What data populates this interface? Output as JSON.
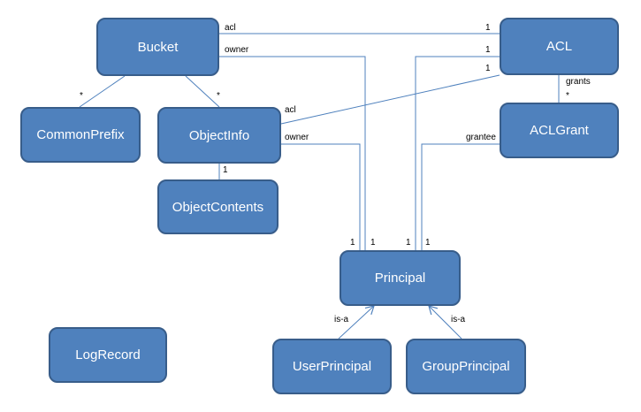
{
  "colors": {
    "node_fill": "#4f81bd",
    "node_border": "#385d8a",
    "edge": "#4f81bd",
    "text": "#ffffff",
    "label": "#000000"
  },
  "nodes": {
    "bucket": "Bucket",
    "acl": "ACL",
    "common_prefix": "CommonPrefix",
    "object_info": "ObjectInfo",
    "acl_grant": "ACLGrant",
    "object_contents": "ObjectContents",
    "principal": "Principal",
    "log_record": "LogRecord",
    "user_principal": "UserPrincipal",
    "group_principal": "GroupPrincipal"
  },
  "edges": [
    {
      "from": "Bucket",
      "to": "ACL",
      "labels": [
        "acl",
        "1"
      ]
    },
    {
      "from": "Bucket",
      "to": "Principal",
      "labels": [
        "owner",
        "1"
      ]
    },
    {
      "from": "ACL",
      "to": "Principal",
      "labels": [
        "1",
        "1"
      ]
    },
    {
      "from": "ObjectInfo",
      "to": "ACL",
      "labels": [
        "acl",
        "1"
      ]
    },
    {
      "from": "ACL",
      "to": "ACLGrant",
      "labels": [
        "grants",
        "*"
      ]
    },
    {
      "from": "Bucket",
      "to": "CommonPrefix",
      "labels": [
        "*"
      ]
    },
    {
      "from": "Bucket",
      "to": "ObjectInfo",
      "labels": [
        "*"
      ]
    },
    {
      "from": "ObjectInfo",
      "to": "ObjectContents",
      "labels": [
        "1"
      ]
    },
    {
      "from": "ObjectInfo",
      "to": "Principal",
      "labels": [
        "owner",
        "1"
      ]
    },
    {
      "from": "ACLGrant",
      "to": "Principal",
      "labels": [
        "grantee",
        "1"
      ]
    },
    {
      "from": "UserPrincipal",
      "to": "Principal",
      "labels": [
        "is-a"
      ]
    },
    {
      "from": "GroupPrincipal",
      "to": "Principal",
      "labels": [
        "is-a"
      ]
    }
  ],
  "labels": {
    "bucket_acl": "acl",
    "bucket_acl_mult": "1",
    "bucket_owner": "owner",
    "bucket_owner_acl_mult": "1",
    "objinfo_acl_mult": "1",
    "grants": "grants",
    "grants_mult": "*",
    "commonprefix_mult": "*",
    "objectinfo_mult": "*",
    "objinfo_acl": "acl",
    "objinfo_owner": "owner",
    "grantee": "grantee",
    "objectcontents_mult": "1",
    "principal_m1": "1",
    "principal_m2": "1",
    "principal_m3": "1",
    "principal_m4": "1",
    "user_isa": "is-a",
    "group_isa": "is-a"
  }
}
